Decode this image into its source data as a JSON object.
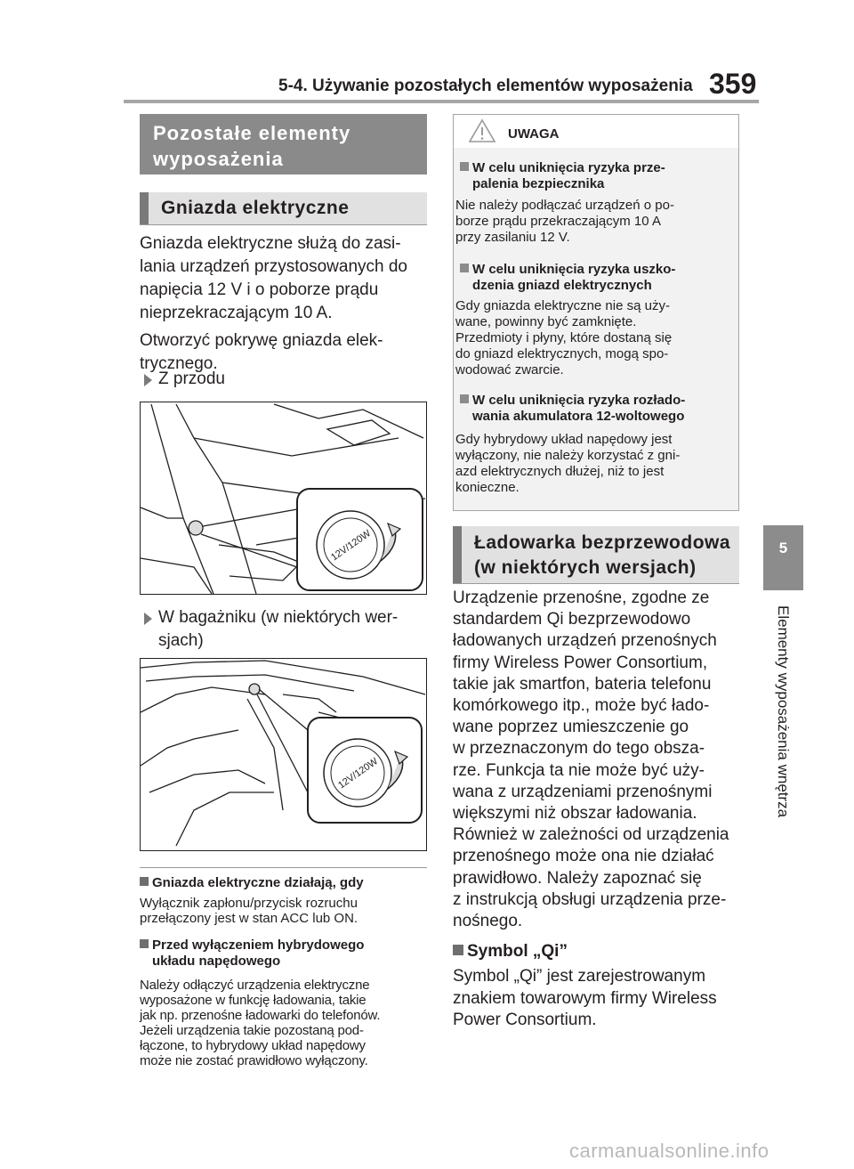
{
  "header": {
    "chapter_title": "5-4. Używanie pozostałych elementów wyposażenia",
    "page_number": "359"
  },
  "side_tab": {
    "number": "5",
    "label": "Elementy wyposażenia wnętrza"
  },
  "left": {
    "section_title_line1": "Pozostałe elementy",
    "section_title_line2": "wyposażenia",
    "subsection_title": "Gniazda elektryczne",
    "intro_lines": [
      "Gniazda elektryczne służą do zasi-",
      "lania urządzeń przystosowanych do",
      "napięcia 12 V i o poborze prądu",
      "nieprzekraczającym 10 A."
    ],
    "open_lines": [
      "Otworzyć pokrywę gniazda elek-",
      "trycznego."
    ],
    "bullet_front": "Z przodu",
    "bullet_trunk_line1": "W bagażniku (w niektórych wer-",
    "bullet_trunk_line2": "sjach)",
    "note1_title": "Gniazda elektryczne działają, gdy",
    "note1_lines": [
      "Wyłącznik zapłonu/przycisk rozruchu",
      "przełączony jest w stan ACC lub ON."
    ],
    "note2_title_line1": "Przed wyłączeniem hybrydowego",
    "note2_title_line2": "układu napędowego",
    "note2_lines": [
      "Należy odłączyć urządzenia elektryczne",
      "wyposażone w funkcję ładowania, takie",
      "jak np. przenośne ładowarki do telefonów.",
      "Jeżeli urządzenia takie pozostaną pod-",
      "łączone, to hybrydowy układ napędowy",
      "może nie zostać prawidłowo wyłączony."
    ]
  },
  "warning": {
    "title": "UWAGA",
    "item1_title_line1": "W celu uniknięcia ryzyka prze-",
    "item1_title_line2": "palenia bezpiecznika",
    "item1_lines": [
      "Nie należy podłączać urządzeń o po-",
      "borze prądu przekraczającym 10 A",
      "przy zasilaniu 12 V."
    ],
    "item2_title_line1": "W celu uniknięcia ryzyka uszko-",
    "item2_title_line2": "dzenia gniazd elektrycznych",
    "item2_lines": [
      "Gdy gniazda elektryczne nie są uży-",
      "wane, powinny być zamknięte.",
      "Przedmioty i płyny, które dostaną się",
      "do gniazd elektrycznych, mogą spo-",
      "wodować zwarcie."
    ],
    "item3_title_line1": "W celu uniknięcia ryzyka rozłado-",
    "item3_title_line2": "wania akumulatora 12-woltowego",
    "item3_lines": [
      "Gdy hybrydowy układ napędowy jest",
      "wyłączony, nie należy korzystać z gni-",
      "azd elektrycznych dłużej, niż to jest",
      "konieczne."
    ]
  },
  "right": {
    "subsection_line1": "Ładowarka bezprzewodowa",
    "subsection_line2": "(w niektórych wersjach)",
    "body_lines": [
      "Urządzenie przenośne, zgodne ze",
      "standardem Qi bezprzewodowo",
      "ładowanych urządzeń przenośnych",
      "firmy Wireless Power Consortium,",
      "takie jak smartfon, bateria telefonu",
      "komórkowego itp., może być łado-",
      "wane poprzez umieszczenie go",
      "w przeznaczonym do tego obsza-",
      "rze. Funkcja ta nie może być uży-",
      "wana z urządzeniami przenośnymi",
      "większymi niż obszar ładowania.",
      "Również w zależności od urządzenia",
      "przenośnego może ona nie działać",
      "prawidłowo. Należy zapoznać się",
      "z instrukcją obsługi urządzenia prze-",
      "nośnego."
    ],
    "symbol_title": "Symbol „Qi”",
    "symbol_lines": [
      "Symbol „Qi” jest zarejestrowanym",
      "znakiem towarowym firmy Wireless",
      "Power Consortium."
    ]
  },
  "socket_cap_label": "12V/120W",
  "footer_watermark": "carmanualsonline.info"
}
